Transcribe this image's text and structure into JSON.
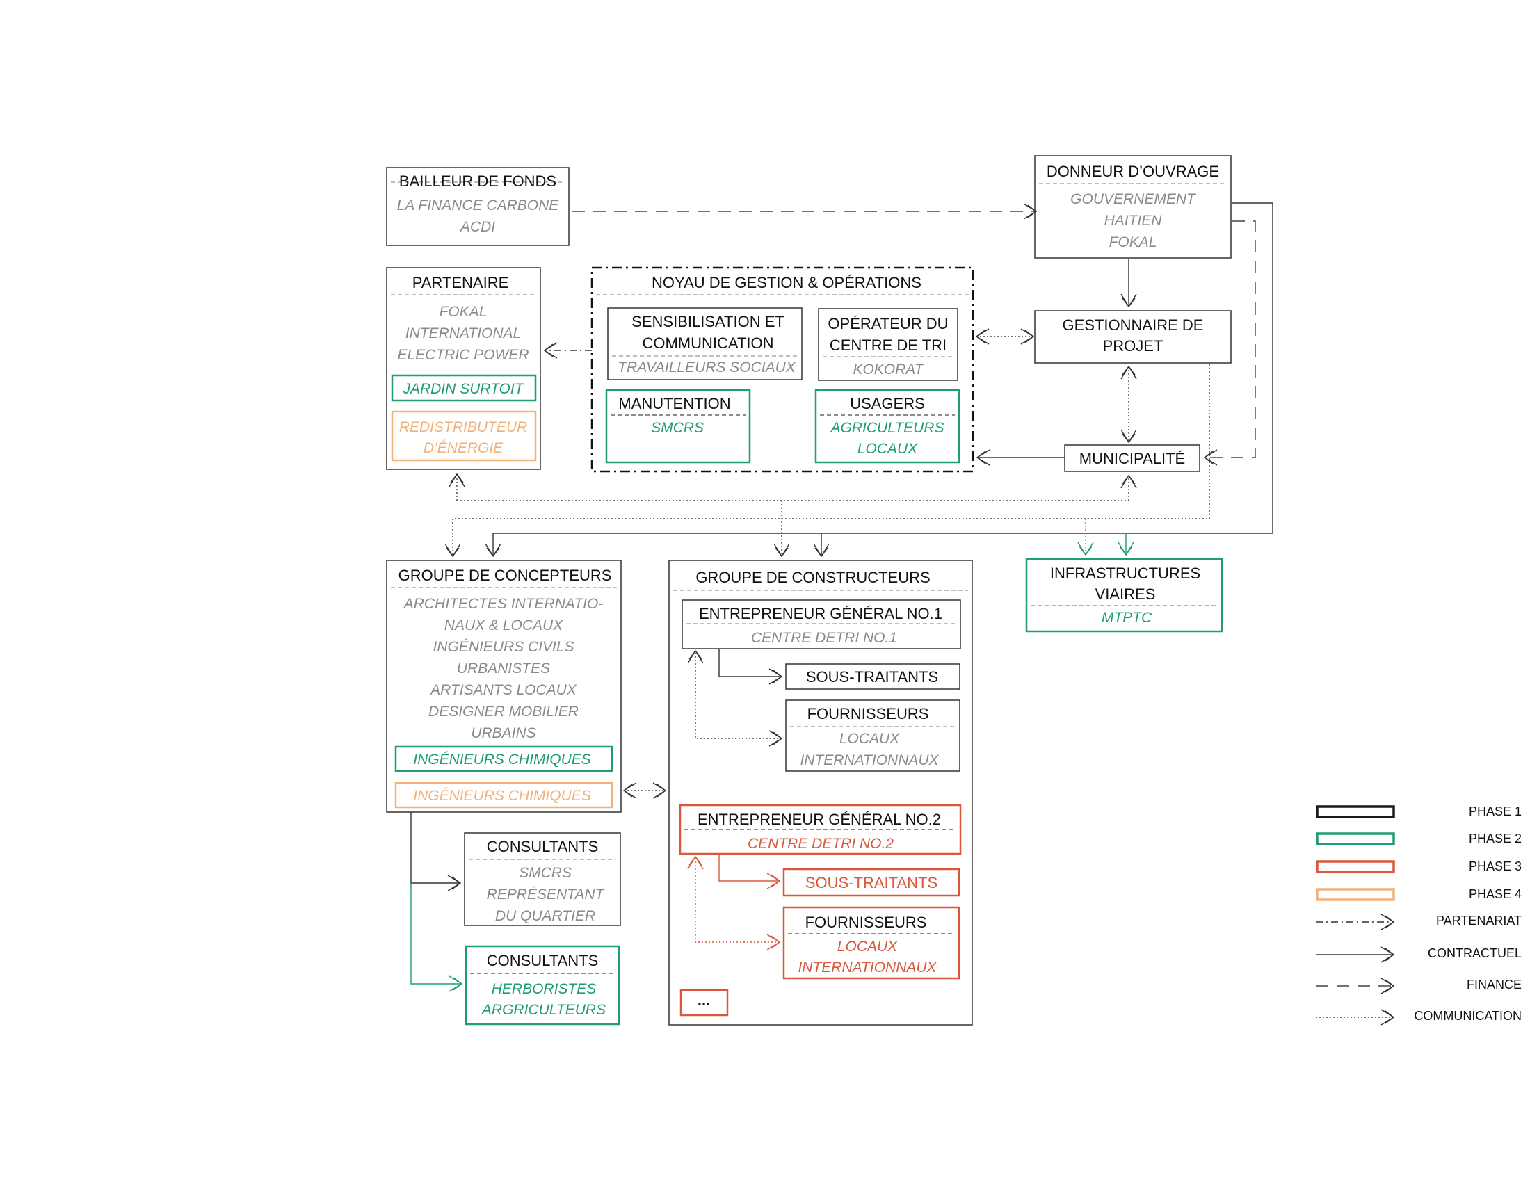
{
  "colors": {
    "phase1": "#1a1a1a",
    "phase2": "#1f9e6e",
    "phase3": "#d9583b",
    "phase4": "#f0b27a",
    "subtext": "#8a8a8a"
  },
  "nodes": {
    "bailleur": {
      "title": "BAILLEUR DE FONDS",
      "lines": [
        "LA FINANCE CARBONE",
        "ACDI"
      ]
    },
    "donneur": {
      "title": "DONNEUR D’OUVRAGE",
      "lines": [
        "GOUVERNEMENT",
        "HAITIEN",
        "FOKAL"
      ]
    },
    "partenaire": {
      "title": "PARTENAIRE",
      "lines": [
        "FOKAL",
        "INTERNATIONAL",
        "ELECTRIC POWER"
      ],
      "phase2_item": "JARDIN SURTOIT",
      "phase4_lines": [
        "REDISTRIBUTEUR",
        "D’ÉNERGIE"
      ]
    },
    "noyau": {
      "title": "NOYAU DE GESTION & OPÉRATIONS"
    },
    "sensibilisation": {
      "title_lines": [
        "SENSIBILISATION ET",
        "COMMUNICATION"
      ],
      "lines": [
        "TRAVAILLEURS SOCIAUX"
      ]
    },
    "operateur": {
      "title_lines": [
        "OPÉRATEUR DU",
        "CENTRE DE TRI"
      ],
      "lines": [
        "KOKORAT"
      ]
    },
    "manutention": {
      "title": "MANUTENTION",
      "lines": [
        "SMCRS"
      ]
    },
    "usagers": {
      "title": "USAGERS",
      "lines": [
        "AGRICULTEURS",
        "LOCAUX"
      ]
    },
    "gestionnaire": {
      "title_lines": [
        "GESTIONNAIRE DE",
        "PROJET"
      ]
    },
    "municipalite": {
      "title": "MUNICIPALITÉ"
    },
    "concepteurs": {
      "title": "GROUPE DE CONCEPTEURS",
      "lines": [
        "ARCHITECTES INTERNATIO-",
        "NAUX & LOCAUX",
        "INGÉNIEURS CIVILS",
        "URBANISTES",
        "ARTISANTS LOCAUX",
        "DESIGNER MOBILIER",
        "URBAINS"
      ],
      "phase2_item": "INGÉNIEURS CHIMIQUES",
      "phase4_item": "INGÉNIEURS CHIMIQUES"
    },
    "constructeurs": {
      "title": "GROUPE DE CONSTRUCTEURS"
    },
    "entrepreneur1": {
      "title": "ENTREPRENEUR GÉNÉRAL NO.1",
      "lines": [
        "CENTRE DETRI NO.1"
      ]
    },
    "soustraitants1": {
      "title": "SOUS-TRAITANTS"
    },
    "fournisseurs1": {
      "title": "FOURNISSEURS",
      "lines": [
        "LOCAUX",
        "INTERNATIONNAUX"
      ]
    },
    "entrepreneur2": {
      "title": "ENTREPRENEUR GÉNÉRAL NO.2",
      "lines": [
        "CENTRE DETRI NO.2"
      ]
    },
    "soustraitants2": {
      "title": "SOUS-TRAITANTS"
    },
    "fournisseurs2": {
      "title": "FOURNISSEURS",
      "lines": [
        "LOCAUX",
        "INTERNATIONNAUX"
      ]
    },
    "ellipsis": {
      "title": "..."
    },
    "infrastructures": {
      "title_lines": [
        "INFRASTRUCTURES",
        "VIAIRES"
      ],
      "lines": [
        "MTPTC"
      ]
    },
    "consultants1": {
      "title": "CONSULTANTS",
      "lines": [
        "SMCRS",
        "REPRÉSENTANT",
        "DU QUARTIER"
      ]
    },
    "consultants2": {
      "title": "CONSULTANTS",
      "lines": [
        "HERBORISTES",
        "ARGRICULTEURS"
      ]
    }
  },
  "legend": {
    "phases": [
      "PHASE 1",
      "PHASE 2",
      "PHASE 3",
      "PHASE 4"
    ],
    "links": [
      "PARTENARIAT",
      "CONTRACTUEL",
      "FINANCE",
      "COMMUNICATION"
    ]
  }
}
